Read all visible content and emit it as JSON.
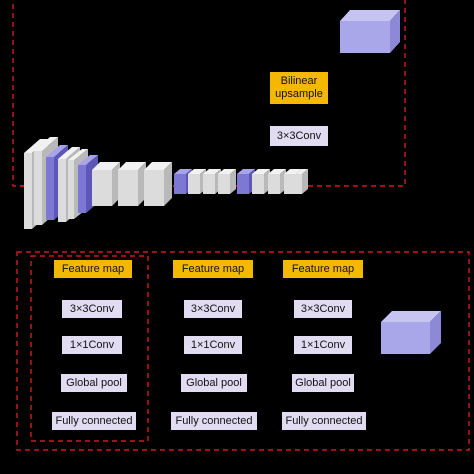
{
  "top": {
    "upsample_label": "Bilinear\nupsample",
    "conv_label": "3×3Conv"
  },
  "branches": [
    {
      "feature_map": "Feature map",
      "conv3": "3×3Conv",
      "conv1": "1×1Conv",
      "pool": "Global pool",
      "fc": "Fully connected"
    },
    {
      "feature_map": "Feature map",
      "conv3": "3×3Conv",
      "conv1": "1×1Conv",
      "pool": "Global pool",
      "fc": "Fully connected"
    },
    {
      "feature_map": "Feature map",
      "conv3": "3×3Conv",
      "conv1": "1×1Conv",
      "pool": "Global pool",
      "fc": "Fully connected"
    }
  ],
  "colors": {
    "dash": "#d0191f",
    "orange": "#f5b800",
    "lavender_box": "#e2dcf3",
    "cube_front": "#aaa6ea",
    "cube_top": "#c7c4f2",
    "cube_side": "#8e89d6",
    "encoder_gray": "#dcdcdc",
    "encoder_purple": "#7d78d4"
  }
}
